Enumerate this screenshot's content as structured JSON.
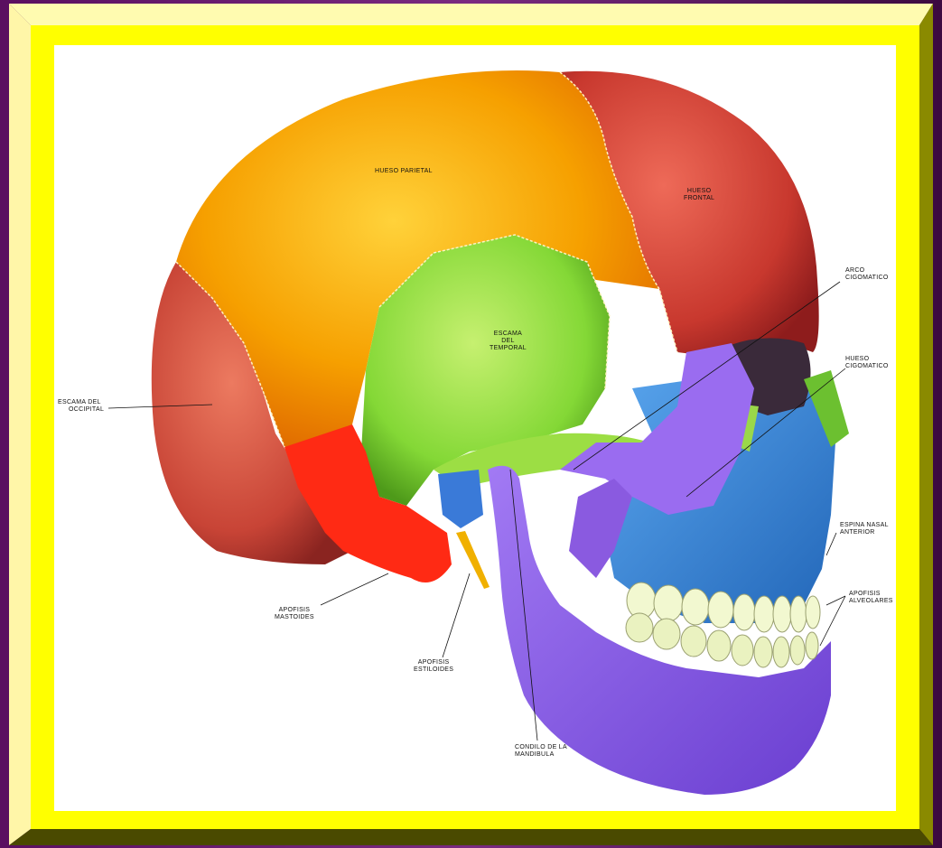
{
  "labels": {
    "parietal": "HUESO PARIETAL",
    "frontal_1": "HUESO",
    "frontal_2": "FRONTAL",
    "temporal_1": "ESCAMA",
    "temporal_2": "DEL",
    "temporal_3": "TEMPORAL",
    "occipital_1": "ESCAMA DEL",
    "occipital_2": "OCCIPITAL",
    "zygomatic_arch_1": "ARCO",
    "zygomatic_arch_2": "CIGOMATICO",
    "zygomatic_bone_1": "HUESO",
    "zygomatic_bone_2": "CIGOMATICO",
    "nasal_spine_1": "ESPINA NASAL",
    "nasal_spine_2": "ANTERIOR",
    "alveolar_1": "APOFISIS",
    "alveolar_2": "ALVEOLARES",
    "mastoid_1": "APOFISIS",
    "mastoid_2": "MASTOIDES",
    "styloid_1": "APOFISIS",
    "styloid_2": "ESTILOIDES",
    "condyle_1": "CONDILO DE LA",
    "condyle_2": "MANDIBULA"
  },
  "colors": {
    "frame_purple": "#6a1a6e",
    "frame_yellow": "#ffff00",
    "frame_bevel_light": "#fffbc8",
    "frame_bevel_dark": "#6b6b00",
    "parietal": "#f5a200",
    "frontal": "#d9473a",
    "occipital": "#d04a36",
    "temporal": "#8ee03a",
    "mastoid": "#ff2a14",
    "sphenoid": "#9ad84a",
    "zygomatic": "#9a6cf0",
    "maxilla": "#3a8ee0",
    "mandible": "#8a5ae0",
    "teeth": "#f2f8d0",
    "styloid": "#f0b000",
    "nasal": "#6cc030"
  }
}
